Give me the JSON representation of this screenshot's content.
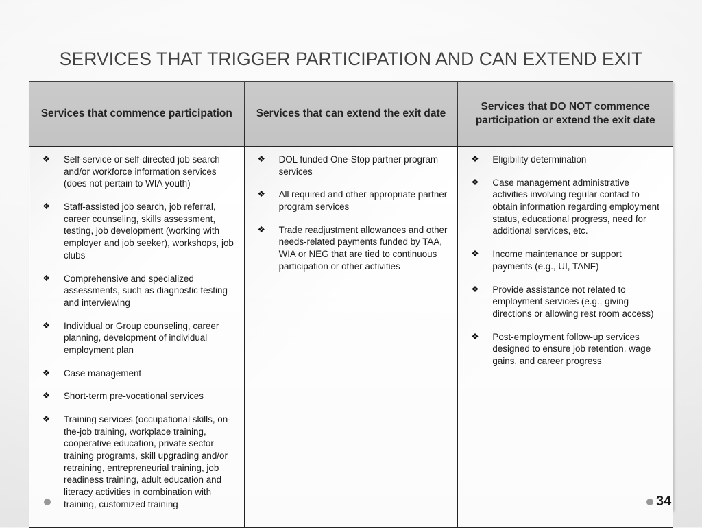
{
  "slide": {
    "title": "SERVICES THAT TRIGGER PARTICIPATION AND CAN EXTEND EXIT",
    "page_number": "34",
    "bullet_glyph": "❖",
    "colors": {
      "header_fill": "#c2c2c2",
      "border": "#222222",
      "text": "#1a1a1a",
      "dot": "#9a9a9a",
      "background": "#f2f2f2"
    }
  },
  "table": {
    "headers": [
      "Services that commence participation",
      "Services that can extend the exit date",
      "Services that DO NOT commence participation or extend the exit date"
    ],
    "columns": [
      {
        "name": "commence-participation",
        "items": [
          "Self-service or self-directed job search and/or workforce information services (does not pertain to WIA youth)",
          "Staff-assisted job search, job referral, career counseling, skills assessment, testing, job development (working with employer and job seeker), workshops, job clubs",
          "Comprehensive and specialized assessments, such as diagnostic testing and interviewing",
          "Individual or Group counseling, career planning, development of individual employment plan",
          "Case management",
          "Short-term pre-vocational services",
          "Training services (occupational skills, on-the-job training, workplace training, cooperative education, private sector training programs, skill upgrading and/or retraining, entrepreneurial training, job readiness training, adult education and literacy activities in combination with training, customized training"
        ]
      },
      {
        "name": "extend-exit-date",
        "items": [
          "DOL funded One-Stop partner program services",
          "All required and other appropriate partner program services",
          "Trade readjustment allowances and other needs-related payments funded by  TAA, WIA or NEG that are tied to continuous participation or other activities"
        ]
      },
      {
        "name": "do-not-commence",
        "items": [
          "Eligibility determination",
          "Case management administrative activities involving regular contact to obtain information regarding employment status, educational progress, need for additional services, etc.",
          "Income maintenance or support payments (e.g., UI, TANF)",
          "Provide assistance not related to employment services (e.g., giving directions or allowing rest room access)",
          "Post-employment follow-up services designed to ensure job retention, wage gains, and career progress"
        ]
      }
    ]
  }
}
